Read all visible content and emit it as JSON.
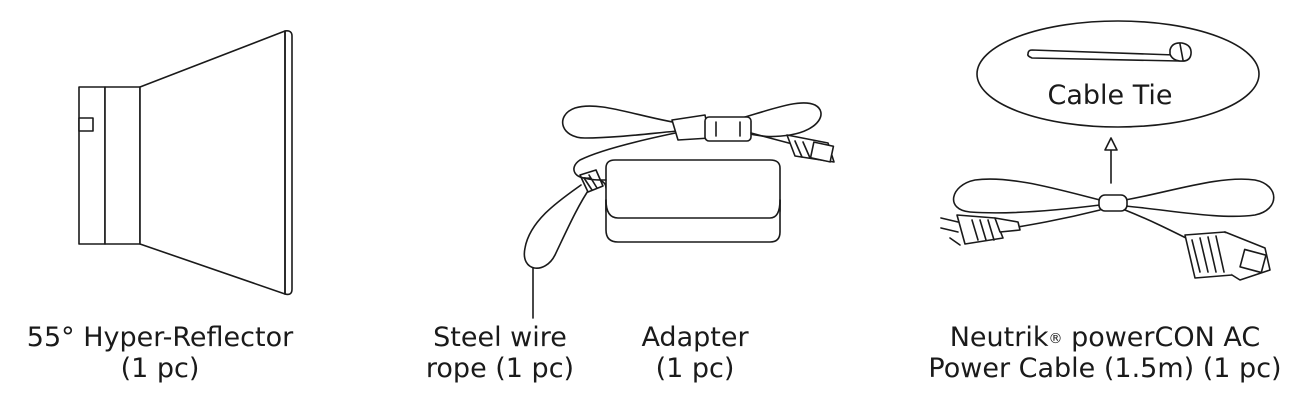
{
  "items": [
    {
      "name_line": "55° Hyper-Reflector",
      "qty_line": "(1 pc)"
    },
    {
      "name_line": "Steel wire",
      "qty_line": "rope (1 pc)"
    },
    {
      "name_line": "Adapter",
      "qty_line": "(1 pc)"
    },
    {
      "name_prefix": "Neutrik",
      "reg_mark": "®",
      "name_suffix": " powerCON AC",
      "qty_line": "Power Cable (1.5m) (1 pc)"
    }
  ],
  "callout": {
    "label": "Cable Tie"
  }
}
